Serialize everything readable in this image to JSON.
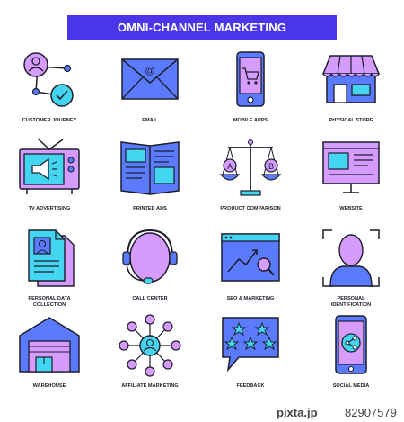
{
  "title": "OMNI-CHANNEL MARKETING",
  "colors": {
    "banner": "#4a35e8",
    "blue": "#5b7bff",
    "violet": "#d59bff",
    "cyan": "#44d6f0",
    "outline": "#1d1d2b"
  },
  "icons": [
    {
      "label": "CUSTOMER JOURNEY",
      "icon": "customer-journey-icon"
    },
    {
      "label": "EMAIL",
      "icon": "email-icon"
    },
    {
      "label": "MOBILE APPS",
      "icon": "mobile-apps-icon"
    },
    {
      "label": "PHYSICAL STORE",
      "icon": "physical-store-icon"
    },
    {
      "label": "TV ADVERTISING",
      "icon": "tv-advertising-icon"
    },
    {
      "label": "PRINTED ADS",
      "icon": "printed-ads-icon"
    },
    {
      "label": "PRODUCT COMPARISON",
      "icon": "product-comparison-icon"
    },
    {
      "label": "WEBSITE",
      "icon": "website-icon"
    },
    {
      "label": "PERSONAL DATA COLLECTION",
      "icon": "personal-data-collection-icon"
    },
    {
      "label": "CALL CENTER",
      "icon": "call-center-icon"
    },
    {
      "label": "SEO & MARKETING",
      "icon": "seo-marketing-icon"
    },
    {
      "label": "PERSONAL IDENTIFICATION",
      "icon": "personal-identification-icon"
    },
    {
      "label": "WAREHOUSE",
      "icon": "warehouse-icon"
    },
    {
      "label": "AFFILIATE MARKETING",
      "icon": "affiliate-marketing-icon"
    },
    {
      "label": "FEEDBACK",
      "icon": "feedback-icon"
    },
    {
      "label": "SOCIAL MEDIA",
      "icon": "social-media-icon"
    }
  ],
  "scale_text": {
    "a": "A",
    "b": "B"
  },
  "footer": {
    "site": "pixta.jp",
    "id": "82907579"
  }
}
